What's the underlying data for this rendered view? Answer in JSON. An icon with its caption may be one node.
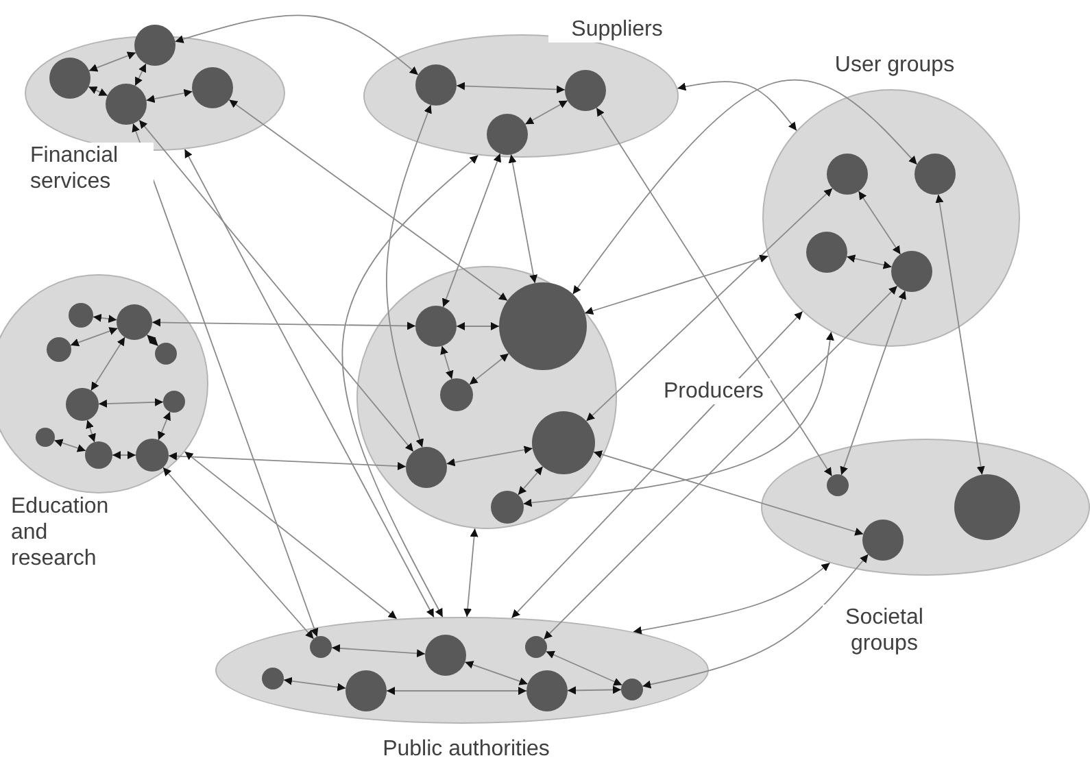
{
  "diagram": {
    "nodes": [
      {
        "text": [
          "Financial services"
        ]
      },
      {
        "text": [],
        "shape": "circle",
        "in": 0
      },
      {
        "text": [],
        "shape": "circle",
        "in": 0
      },
      {
        "text": [],
        "shape": "circle",
        "in": 0
      },
      {
        "text": [],
        "shape": "circle",
        "in": 0
      },
      {
        "text": [
          "Suppliers"
        ]
      },
      {
        "text": [],
        "shape": "circle",
        "in": 5
      },
      {
        "text": [],
        "shape": "circle",
        "in": 5
      },
      {
        "text": [],
        "shape": "circle",
        "in": 5
      },
      {
        "text": [
          "User groups"
        ]
      },
      {
        "text": [],
        "shape": "circle",
        "in": 9
      },
      {
        "text": [],
        "shape": "circle",
        "in": 9
      },
      {
        "text": [],
        "shape": "circle",
        "in": 9
      },
      {
        "text": [],
        "shape": "circle",
        "in": 9
      },
      {
        "text": [
          "Education and research"
        ]
      },
      {
        "text": [],
        "shape": "circle",
        "in": 14
      },
      {
        "text": [],
        "shape": "circle",
        "in": 14
      },
      {
        "text": [],
        "shape": "circle",
        "in": 14
      },
      {
        "text": [],
        "shape": "circle",
        "in": 14
      },
      {
        "text": [],
        "shape": "circle",
        "in": 14
      },
      {
        "text": [],
        "shape": "circle",
        "in": 14
      },
      {
        "text": [],
        "shape": "circle",
        "in": 14
      },
      {
        "text": [],
        "shape": "circle",
        "in": 14
      },
      {
        "text": [],
        "shape": "circle",
        "in": 14
      },
      {
        "text": [
          "Producers"
        ]
      },
      {
        "text": [],
        "shape": "circle",
        "in": 24
      },
      {
        "text": [],
        "shape": "circle",
        "in": 24
      },
      {
        "text": [],
        "shape": "circle",
        "in": 24
      },
      {
        "text": [],
        "shape": "circle",
        "in": 24
      },
      {
        "text": [],
        "shape": "circle",
        "in": 24
      },
      {
        "text": [],
        "shape": "circle",
        "in": 24
      },
      {
        "text": [
          "Societal groups"
        ]
      },
      {
        "text": [],
        "shape": "circle",
        "in": 31
      },
      {
        "text": [],
        "shape": "circle",
        "in": 31
      },
      {
        "text": [],
        "shape": "circle",
        "in": 31
      },
      {
        "text": [
          "Public authorities"
        ]
      },
      {
        "text": [],
        "shape": "circle",
        "in": 35
      },
      {
        "text": [],
        "shape": "circle",
        "in": 35
      },
      {
        "text": [],
        "shape": "circle",
        "in": 35
      },
      {
        "text": [],
        "shape": "circle",
        "in": 35
      },
      {
        "text": [],
        "shape": "circle",
        "in": 35
      },
      {
        "text": [],
        "shape": "circle",
        "in": 35
      },
      {
        "text": [],
        "shape": "circle",
        "in": 35
      }
    ],
    "edges": [
      {
        "from": 1,
        "to": 2,
        "arrow": "both"
      },
      {
        "from": 2,
        "to": 3,
        "arrow": "both"
      },
      {
        "from": 1,
        "to": 3,
        "arrow": "both"
      },
      {
        "from": 3,
        "to": 4,
        "arrow": "both"
      },
      {
        "from": 2,
        "to": 6,
        "arrow": "both"
      },
      {
        "from": 4,
        "to": 26,
        "arrow": "both"
      },
      {
        "from": 3,
        "to": 36,
        "arrow": "both"
      },
      {
        "from": 0,
        "to": 35,
        "arrow": "both"
      },
      {
        "from": 3,
        "to": 29,
        "arrow": "both"
      },
      {
        "from": 5,
        "to": 35,
        "arrow": "both"
      },
      {
        "from": 6,
        "to": 29,
        "arrow": "both"
      },
      {
        "from": 6,
        "to": 7,
        "arrow": "both"
      },
      {
        "from": 8,
        "to": 7,
        "arrow": "both"
      },
      {
        "from": 8,
        "to": 25,
        "arrow": "both"
      },
      {
        "from": 8,
        "to": 26,
        "arrow": "both"
      },
      {
        "from": 7,
        "to": 32,
        "arrow": "both"
      },
      {
        "from": 5,
        "to": 9,
        "arrow": "both"
      },
      {
        "from": 26,
        "to": 11,
        "arrow": "both"
      },
      {
        "from": 10,
        "to": 28,
        "arrow": "both"
      },
      {
        "from": 26,
        "to": 9,
        "arrow": "both"
      },
      {
        "from": 12,
        "to": 13,
        "arrow": "both"
      },
      {
        "from": 10,
        "to": 13,
        "arrow": "both"
      },
      {
        "from": 11,
        "to": 33,
        "arrow": "both"
      },
      {
        "from": 13,
        "to": 32,
        "arrow": "both"
      },
      {
        "from": 13,
        "to": 38,
        "arrow": "both"
      },
      {
        "from": 9,
        "to": 35,
        "arrow": "both"
      },
      {
        "from": 25,
        "to": 26,
        "arrow": "both"
      },
      {
        "from": 25,
        "to": 27,
        "arrow": "both"
      },
      {
        "from": 27,
        "to": 26,
        "arrow": "both"
      },
      {
        "from": 28,
        "to": 30,
        "arrow": "both"
      },
      {
        "from": 28,
        "to": 29,
        "arrow": "both"
      },
      {
        "from": 28,
        "to": 34,
        "arrow": "both"
      },
      {
        "from": 16,
        "to": 25,
        "arrow": "both"
      },
      {
        "from": 23,
        "to": 29,
        "arrow": "both"
      },
      {
        "from": 24,
        "to": 35,
        "arrow": "both"
      },
      {
        "from": 30,
        "to": 9,
        "arrow": "both"
      },
      {
        "from": 35,
        "to": 31,
        "arrow": "both"
      },
      {
        "from": 42,
        "to": 34,
        "arrow": "both"
      },
      {
        "from": 36,
        "to": 37,
        "arrow": "both"
      },
      {
        "from": 37,
        "to": 41,
        "arrow": "both"
      },
      {
        "from": 38,
        "to": 42,
        "arrow": "both"
      },
      {
        "from": 39,
        "to": 40,
        "arrow": "both"
      },
      {
        "from": 40,
        "to": 41,
        "arrow": "both"
      },
      {
        "from": 41,
        "to": 42,
        "arrow": "both"
      },
      {
        "from": 15,
        "to": 16,
        "arrow": "both"
      },
      {
        "from": 16,
        "to": 17,
        "arrow": "both"
      },
      {
        "from": 16,
        "to": 18,
        "arrow": "both"
      },
      {
        "from": 16,
        "to": 19,
        "arrow": "both"
      },
      {
        "from": 19,
        "to": 20,
        "arrow": "both"
      },
      {
        "from": 19,
        "to": 22,
        "arrow": "both"
      },
      {
        "from": 20,
        "to": 23,
        "arrow": "both"
      },
      {
        "from": 21,
        "to": 22,
        "arrow": "both"
      },
      {
        "from": 22,
        "to": 23,
        "arrow": "both"
      },
      {
        "from": 14,
        "to": 35,
        "arrow": "both"
      },
      {
        "from": 23,
        "to": 36,
        "arrow": "both"
      }
    ]
  }
}
